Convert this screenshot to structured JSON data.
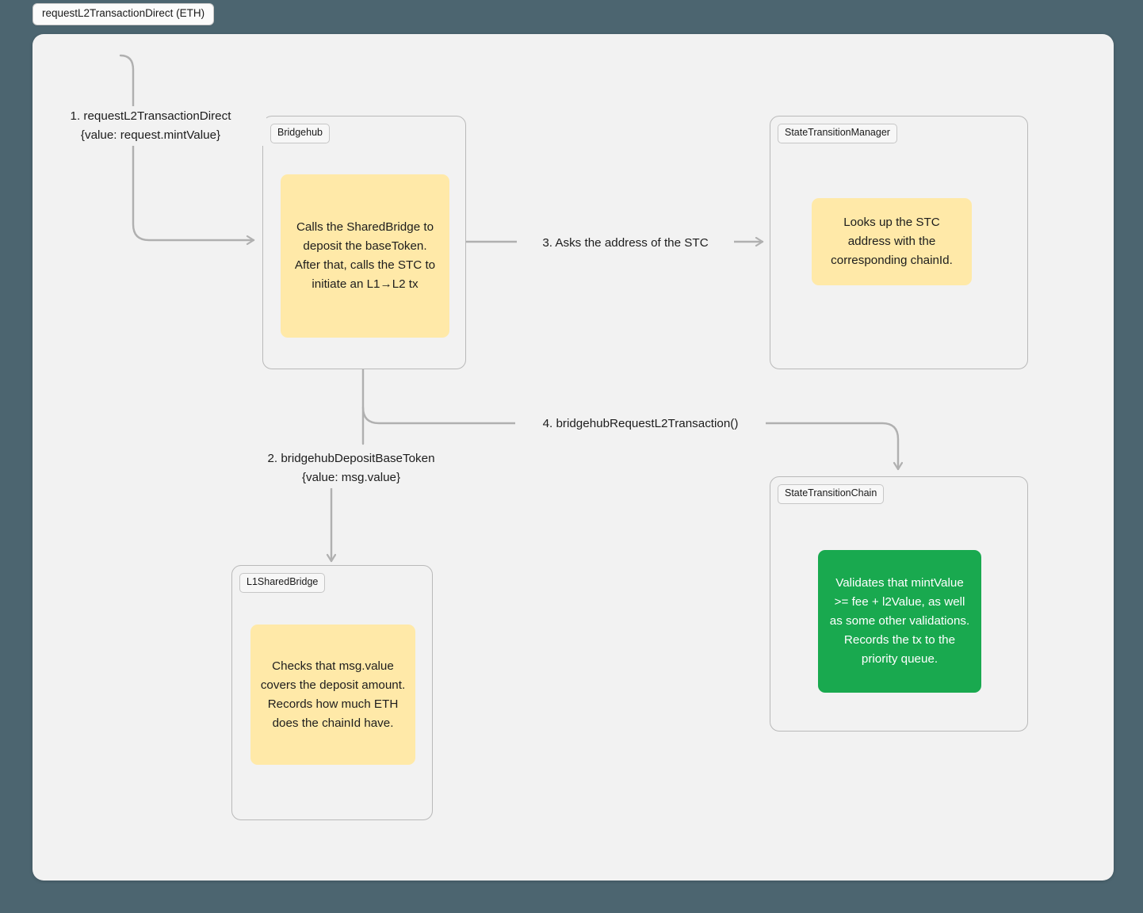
{
  "diagram": {
    "title": "requestL2TransactionDirect (ETH)",
    "type": "sequence-flow-diagram",
    "canvas_color": "#f2f2f2",
    "background_color": "#4c6570"
  },
  "nodes": [
    {
      "id": "bridgehub",
      "label": "Bridgehub",
      "note": {
        "text": "Calls the SharedBridge to deposit the baseToken.\nAfter that, calls the STC to initiate an L1→L2 tx",
        "color": "#ffe9a8",
        "text_color": "#1d1d1d"
      }
    },
    {
      "id": "state-transition-manager",
      "label": "StateTransitionManager",
      "note": {
        "text": "Looks up the STC address with the corresponding chainId.",
        "color": "#ffe9a8",
        "text_color": "#1d1d1d"
      }
    },
    {
      "id": "l1-shared-bridge",
      "label": "L1SharedBridge",
      "note": {
        "text": "Checks that msg.value covers the deposit amount. Records how much ETH does the chainId have.",
        "color": "#ffe9a8",
        "text_color": "#1d1d1d"
      }
    },
    {
      "id": "state-transition-chain",
      "label": "StateTransitionChain",
      "note": {
        "text": "Validates that mintValue >= fee + l2Value, as well as some other validations. Records the tx to the priority queue.",
        "color": "#19a94f",
        "text_color": "#ffffff"
      }
    }
  ],
  "edges": [
    {
      "id": "step-1",
      "label": "1. requestL2TransactionDirect\n{value: request.mintValue}",
      "from": "external-caller",
      "to": "bridgehub"
    },
    {
      "id": "step-2",
      "label": "2. bridgehubDepositBaseToken\n{value: msg.value}",
      "from": "bridgehub",
      "to": "l1-shared-bridge"
    },
    {
      "id": "step-3",
      "label": "3. Asks the address of the STC",
      "from": "bridgehub",
      "to": "state-transition-manager"
    },
    {
      "id": "step-4",
      "label": "4. bridgehubRequestL2Transaction()",
      "from": "bridgehub",
      "to": "state-transition-chain"
    }
  ],
  "colors": {
    "edge_stroke": "#b0b0b0",
    "node_border": "#b9b9b9",
    "note_yellow": "#ffe9a8",
    "note_green": "#19a94f"
  }
}
